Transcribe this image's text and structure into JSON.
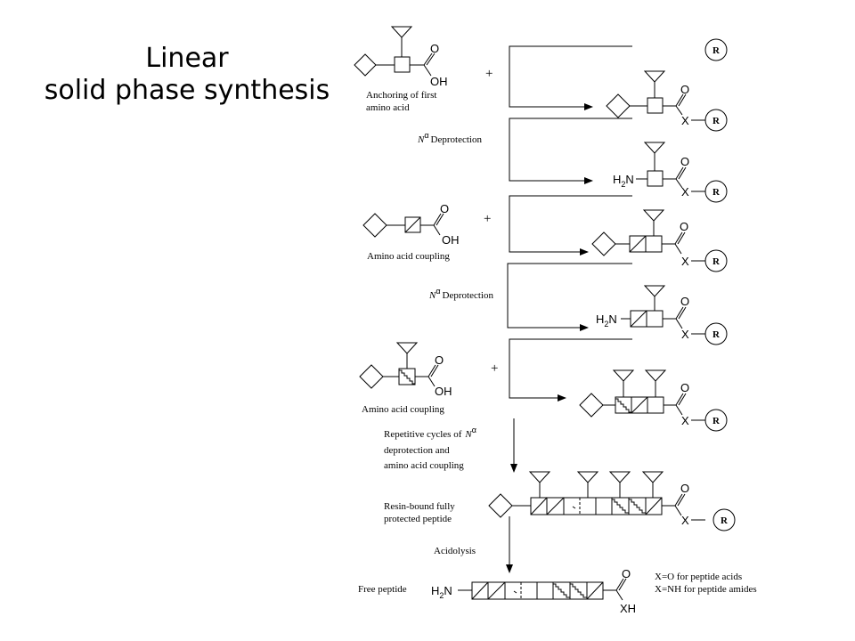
{
  "title": {
    "line1": "Linear",
    "line2": "solid phase synthesis"
  },
  "atoms": {
    "o": "O",
    "oh": "OH",
    "x": "X",
    "xh": "XH",
    "h2n_h": "H",
    "h2n_2": "2",
    "h2n_n": "N",
    "resin": "R",
    "nalpha_n": "N",
    "nalpha_a": "α"
  },
  "plus": "+",
  "steps": {
    "anchoring_line1": "Anchoring of first",
    "anchoring_line2": "amino acid",
    "deprotection": "Deprotection",
    "coupling": "Amino acid coupling",
    "repetitive_line1": "Repetitive cycles of",
    "repetitive_line2": "deprotection and",
    "repetitive_line3": "amino acid coupling",
    "resin_bound_line1": "Resin-bound fully",
    "resin_bound_line2": "protected peptide",
    "acidolysis": "Acidolysis",
    "free_peptide": "Free peptide"
  },
  "legend": {
    "acids": "X=O for peptide acids",
    "amides": "X=NH for peptide amides"
  }
}
